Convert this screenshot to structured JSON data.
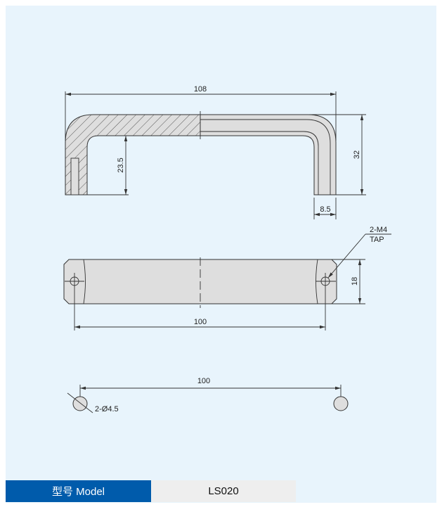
{
  "drawing": {
    "side_view": {
      "overall_length": "108",
      "height": "32",
      "inner_height": "23.5",
      "bar_thickness": "8.5"
    },
    "top_view": {
      "hole_spacing": "100",
      "width": "18",
      "tap_note_line1": "2-M4",
      "tap_note_line2": "TAP"
    },
    "mounting": {
      "hole_spacing": "100",
      "hole_note": "2-Ø4.5"
    }
  },
  "spec_table": {
    "label": "型号 Model",
    "value": "LS020"
  },
  "colors": {
    "background": "#e8f4fc",
    "label_cell": "#005bab",
    "value_cell": "#eeeeee"
  }
}
